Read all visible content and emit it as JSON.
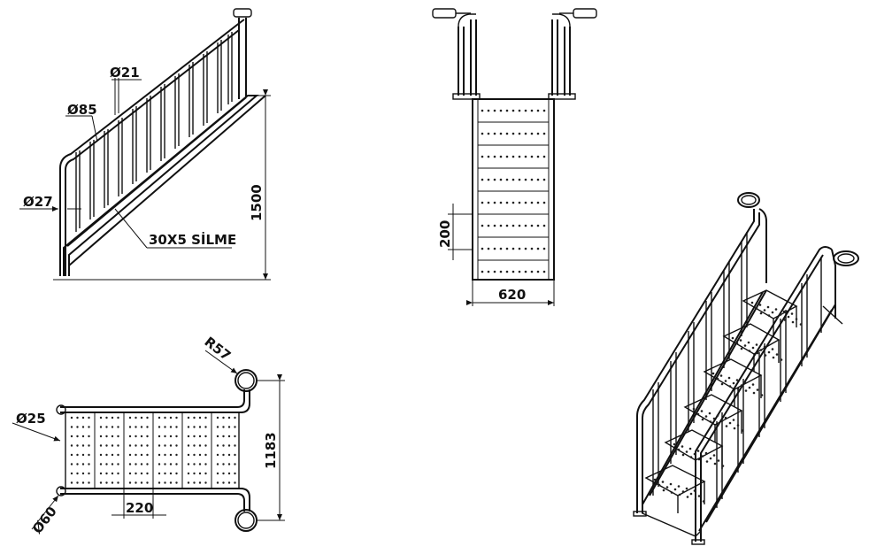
{
  "side_view": {
    "label_d21": "Ø21",
    "label_d85": "Ø85",
    "label_d27": "Ø27",
    "label_height": "1500",
    "label_profile": "30X5 SİLME"
  },
  "front_view": {
    "label_step": "200",
    "label_width": "620"
  },
  "top_view": {
    "label_radius": "R57",
    "label_d25": "Ø25",
    "label_d60": "Ø60",
    "label_length": "1183",
    "label_panel": "220"
  }
}
